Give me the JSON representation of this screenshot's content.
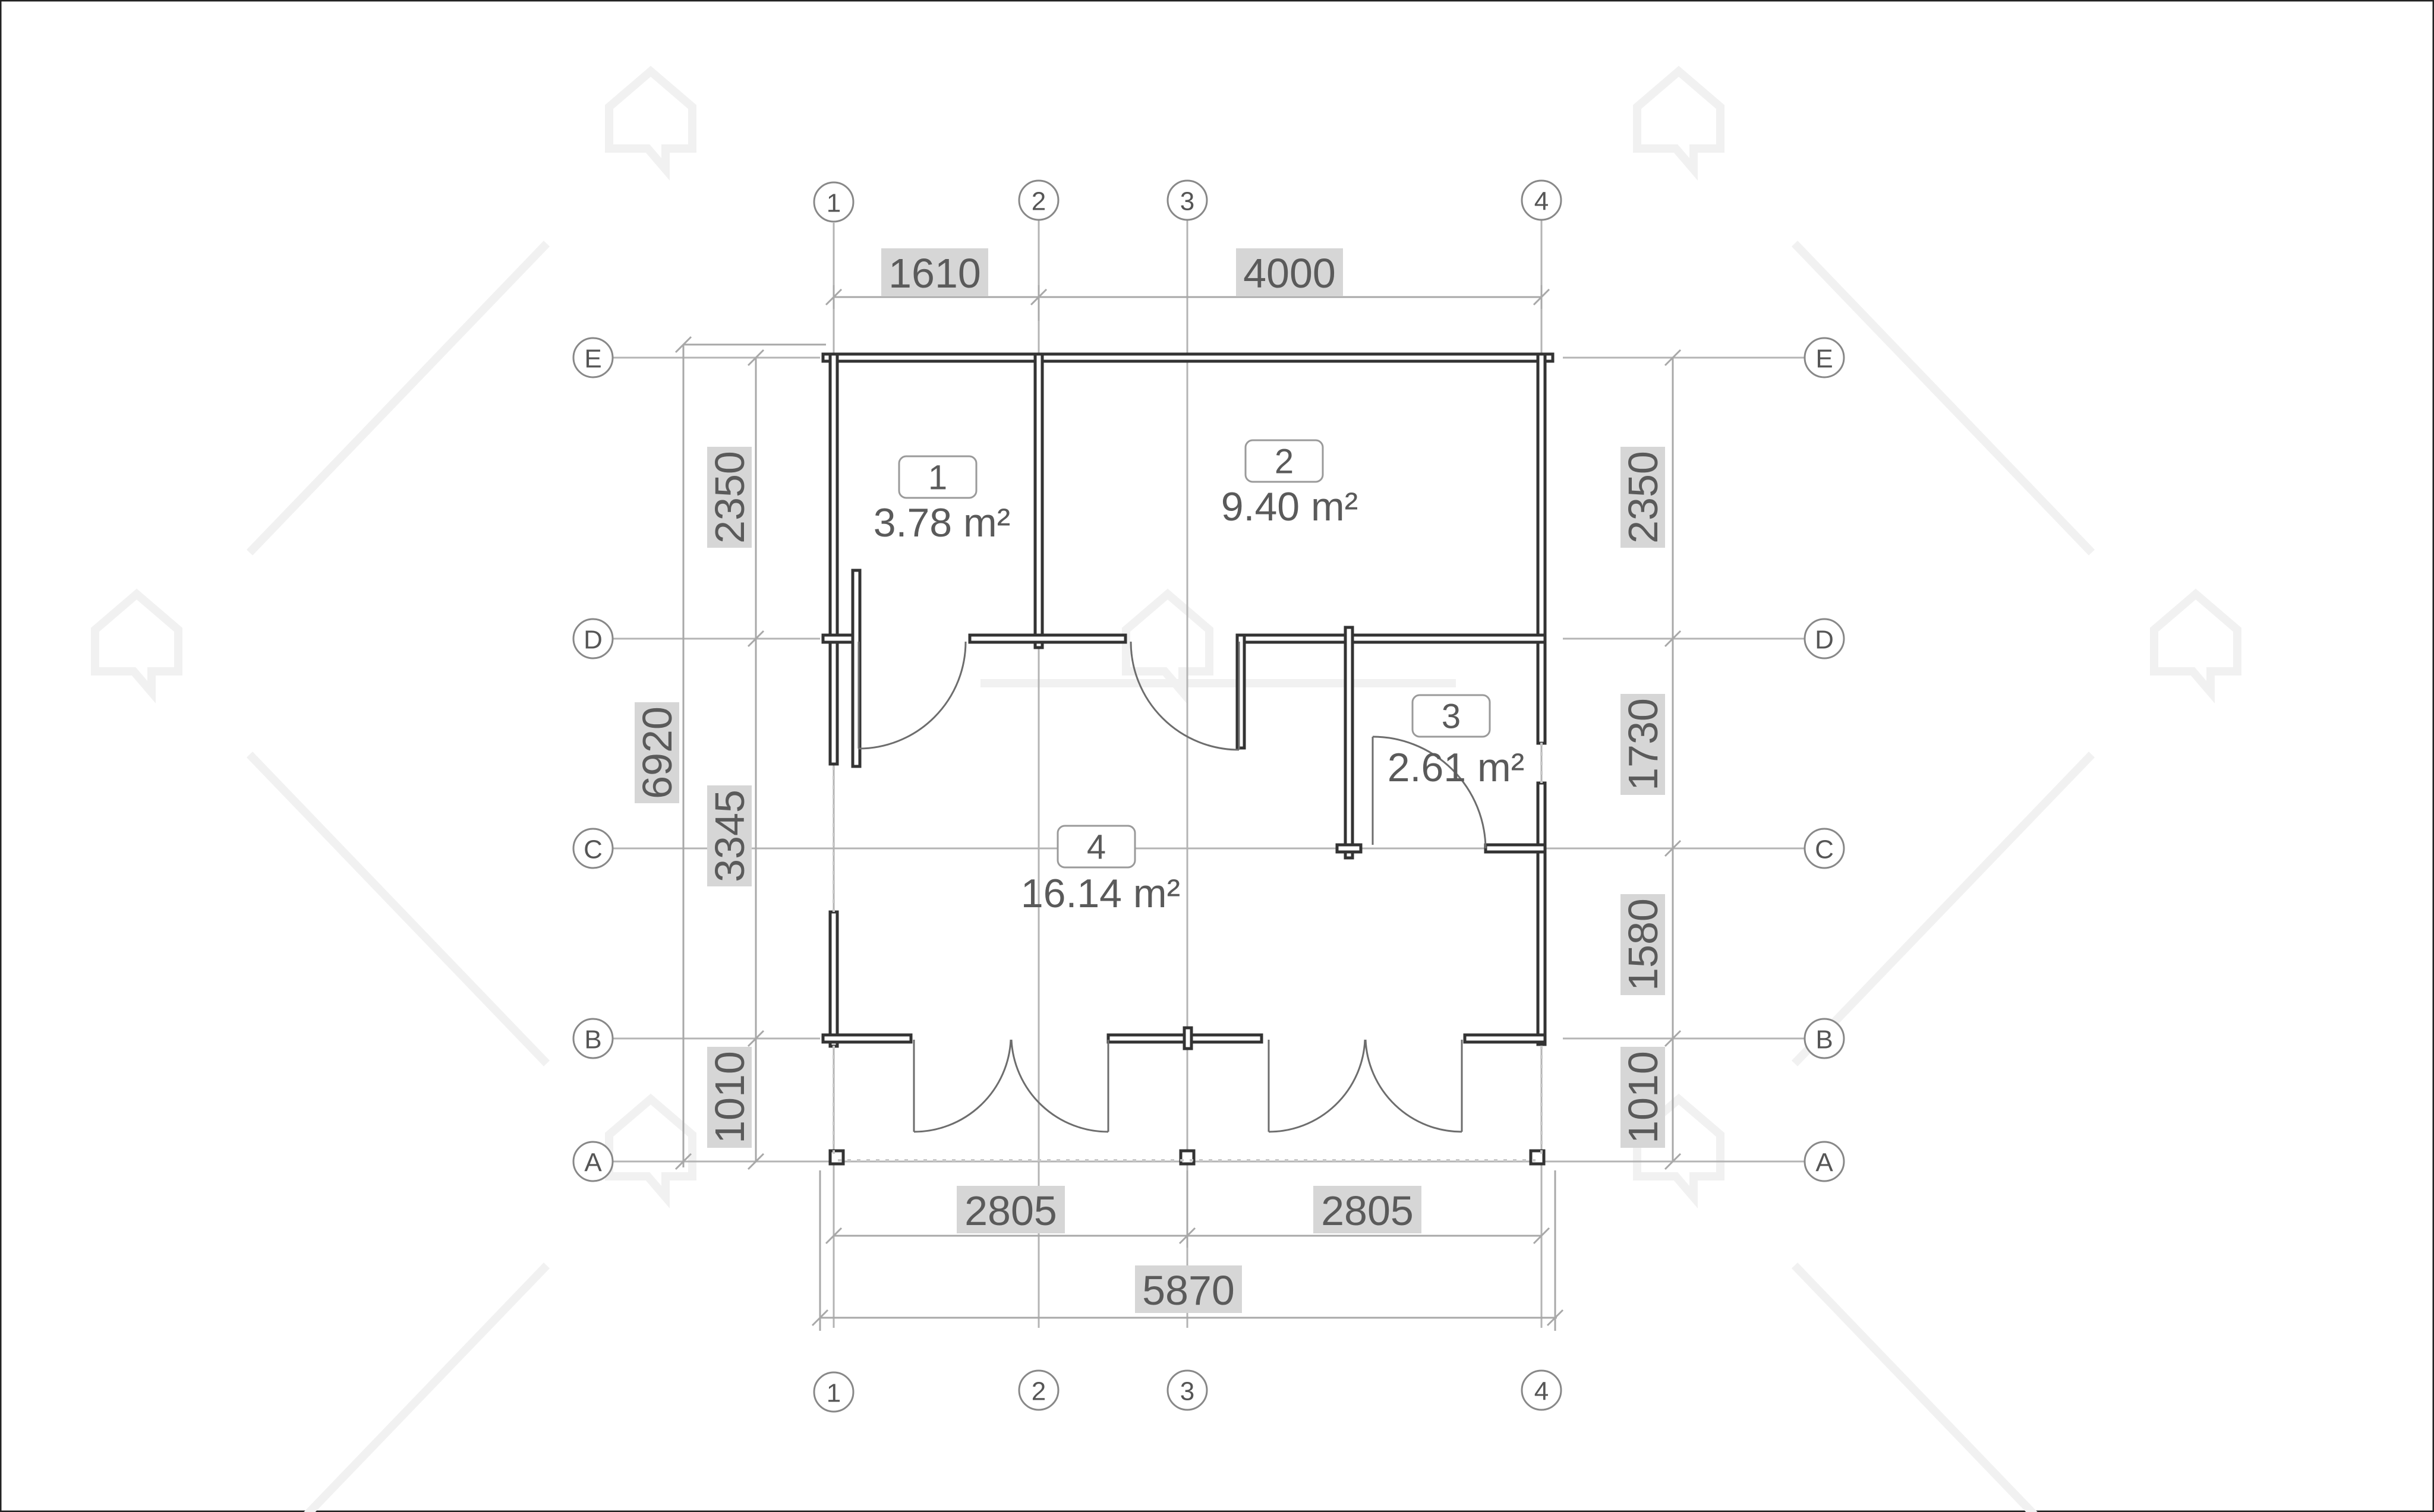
{
  "plan": {
    "grid_columns": [
      "1",
      "2",
      "3",
      "4"
    ],
    "grid_rows": [
      "E",
      "D",
      "C",
      "B",
      "A"
    ],
    "top_dimensions": [
      "1610",
      "4000"
    ],
    "bottom_dimensions": [
      "2805",
      "2805"
    ],
    "bottom_total": "5870",
    "left_dimensions": [
      "2350",
      "3345",
      "1010"
    ],
    "left_total": "6920",
    "right_dimensions": [
      "2350",
      "1730",
      "1580",
      "1010"
    ],
    "rooms": [
      {
        "number": "1",
        "area": "3.78 m²"
      },
      {
        "number": "2",
        "area": "9.40 m²"
      },
      {
        "number": "3",
        "area": "2.61 m²"
      },
      {
        "number": "4",
        "area": "16.14 m²"
      }
    ],
    "colors": {
      "wall": "#333333",
      "grid_line": "#b4b4b4",
      "dimension_box": "#d6d6d6",
      "text": "#5a5a5a",
      "watermark": "#f1f1f1"
    }
  }
}
